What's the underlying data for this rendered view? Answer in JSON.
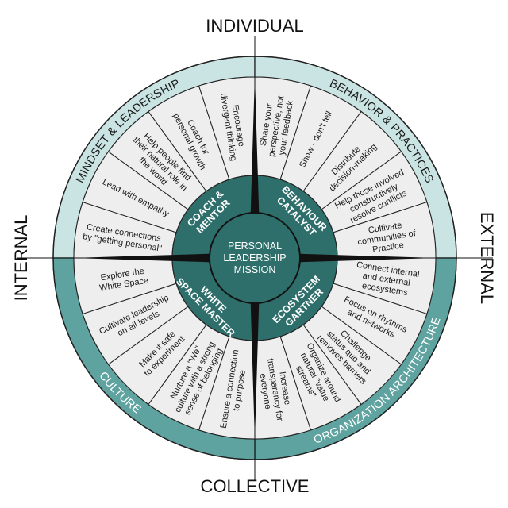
{
  "axes": {
    "top": "INDIVIDUAL",
    "bottom": "COLLECTIVE",
    "left": "INTERNAL",
    "right": "EXTERNAL"
  },
  "outer_ring": [
    {
      "id": "mindset",
      "label": "MINDSET & LEADERSHIP",
      "color": "#c9e4e3"
    },
    {
      "id": "behavior",
      "label": "BEHAVIOR & PRACTICES",
      "color": "#c9e4e3"
    },
    {
      "id": "org",
      "label": "ORGANIZATION ARCHITECTURE",
      "color": "#5fa3a0"
    },
    {
      "id": "culture",
      "label": "CULTURE",
      "color": "#5fa3a0"
    }
  ],
  "roles": [
    {
      "id": "coach",
      "lines": [
        "COACH &",
        "MENTOR"
      ]
    },
    {
      "id": "catalyst",
      "lines": [
        "BEHAVIOUR",
        "CATALYST"
      ]
    },
    {
      "id": "gartner",
      "lines": [
        "ECOSYSTEM",
        "GARTNER"
      ]
    },
    {
      "id": "whitespace",
      "lines": [
        "WHITE",
        "SPACE MASTER"
      ]
    }
  ],
  "center": {
    "lines": [
      "PERSONAL",
      "LEADERSHIP",
      "MISSION"
    ]
  },
  "segments": [
    {
      "lines": [
        "Create connections",
        "by \"getting personal\""
      ]
    },
    {
      "lines": [
        "Lead with empathy"
      ]
    },
    {
      "lines": [
        "Help people find",
        "their natural role in",
        "the world"
      ]
    },
    {
      "lines": [
        "Coach for",
        "personal growth"
      ]
    },
    {
      "lines": [
        "Encourage",
        "divergent thinking"
      ]
    },
    {
      "lines": [
        "Share your",
        "perspective, not",
        "your feedback"
      ]
    },
    {
      "lines": [
        "Show - don't tell"
      ]
    },
    {
      "lines": [
        "Distribute",
        "decision-making"
      ]
    },
    {
      "lines": [
        "Help those involved",
        "constructively",
        "resolve conflicts"
      ]
    },
    {
      "lines": [
        "Cultivate",
        "communities of",
        "Practice"
      ]
    },
    {
      "lines": [
        "Connect internal",
        "and external",
        "ecosystems"
      ]
    },
    {
      "lines": [
        "Focus on rhythms",
        "and networks"
      ]
    },
    {
      "lines": [
        "Challenge",
        "status quo and",
        "removes barriers"
      ]
    },
    {
      "lines": [
        "Organize around",
        "natural \"value",
        "streams\""
      ]
    },
    {
      "lines": [
        "Increase",
        "transparency for",
        "everyone"
      ]
    },
    {
      "lines": [
        "Ensure a connection",
        "to purpose"
      ]
    },
    {
      "lines": [
        "Nurture a \"We\"",
        "culture with a strong",
        "sense of belonging"
      ]
    },
    {
      "lines": [
        "Make it safe",
        "to experiment"
      ]
    },
    {
      "lines": [
        "Cultivate leadership",
        "on all levels"
      ]
    },
    {
      "lines": [
        "Explore the",
        "White Space"
      ]
    }
  ],
  "colors": {
    "dark_teal": "#2f6f6b",
    "mid_teal": "#5fa3a0",
    "light_teal": "#c9e4e3",
    "segment_fill": "#eeeeee",
    "line": "#222222"
  }
}
